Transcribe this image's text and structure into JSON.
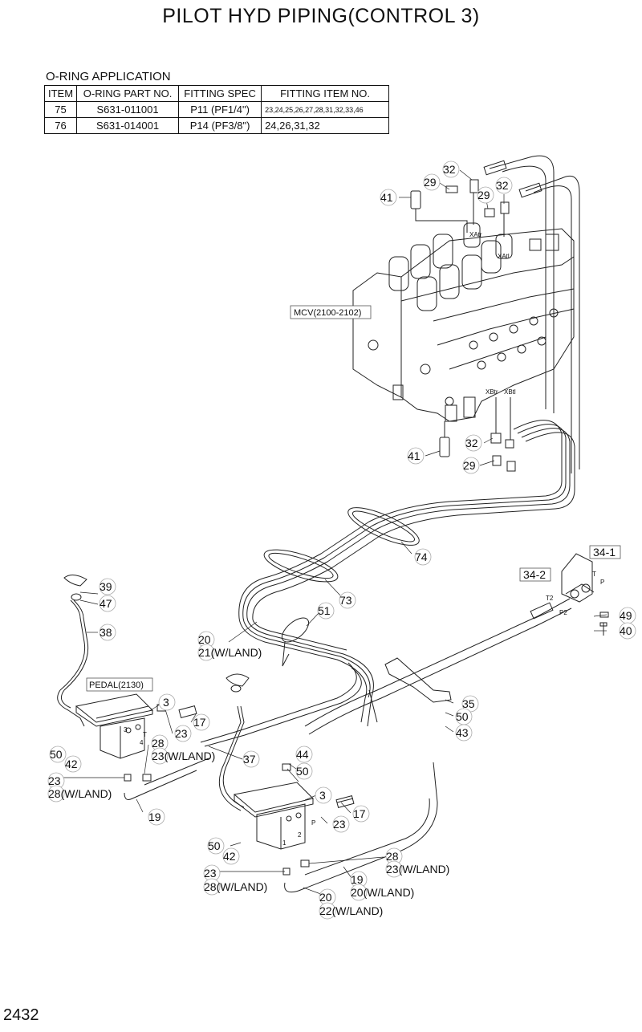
{
  "title": "PILOT HYD PIPING(CONTROL 3)",
  "table": {
    "caption": "O-RING APPLICATION",
    "headers": [
      "ITEM",
      "O-RING PART NO.",
      "FITTING SPEC",
      "FITTING ITEM NO."
    ],
    "rows": [
      [
        "75",
        "S631-011001",
        "P11 (PF1/4\")",
        "23,24,25,26,27,28,31,32,33,46"
      ],
      [
        "76",
        "S631-014001",
        "P14 (PF3/8\")",
        "24,26,31,32"
      ]
    ]
  },
  "page_number": "2432",
  "labels": {
    "mcv": "MCV(2100-2102)",
    "pedal": "PEDAL(2130)",
    "box_34_1": "34-1",
    "box_34_2": "34-2",
    "port_xatr": "XAtr",
    "port_xatl": "XAtl",
    "port_xbtr": "XBtr",
    "port_xbtl": "XBtl",
    "port_t2": "T2",
    "port_p2": "P2",
    "port_t": "T",
    "port_p": "P",
    "pedal1_n3": "3",
    "pedal1_n4": "4",
    "pedal1_t": "T",
    "pedal2_n1": "1",
    "pedal2_n2": "2",
    "pedal2_p": "P"
  },
  "callouts": {
    "c32a": "32",
    "c29a": "29",
    "c41a": "41",
    "c29b": "29",
    "c32b": "32",
    "c32c": "32",
    "c41b": "41",
    "c29c": "29",
    "c74": "74",
    "c73": "73",
    "c51": "51",
    "c39": "39",
    "c47": "47",
    "c38": "38",
    "c20a": "20",
    "c21wl": "21(W/LAND)",
    "c49": "49",
    "c40": "40",
    "c3a": "3",
    "c17a": "17",
    "c23a": "23",
    "c28a": "28",
    "c23wla": "23(W/LAND)",
    "c35": "35",
    "c50a": "50",
    "c43": "43",
    "c50b": "50",
    "c42a": "42",
    "c23b": "23",
    "c28wla": "28(W/LAND)",
    "c19a": "19",
    "c37": "37",
    "c44": "44",
    "c50c": "50",
    "c3b": "3",
    "c17b": "17",
    "c23c": "23",
    "c50d": "50",
    "c42b": "42",
    "c28b": "28",
    "c23wlb": "23(W/LAND)",
    "c23d": "23",
    "c28wlb": "28(W/LAND)",
    "c19b": "19",
    "c20wl": "20(W/LAND)",
    "c20b": "20",
    "c22wl": "22(W/LAND)"
  }
}
